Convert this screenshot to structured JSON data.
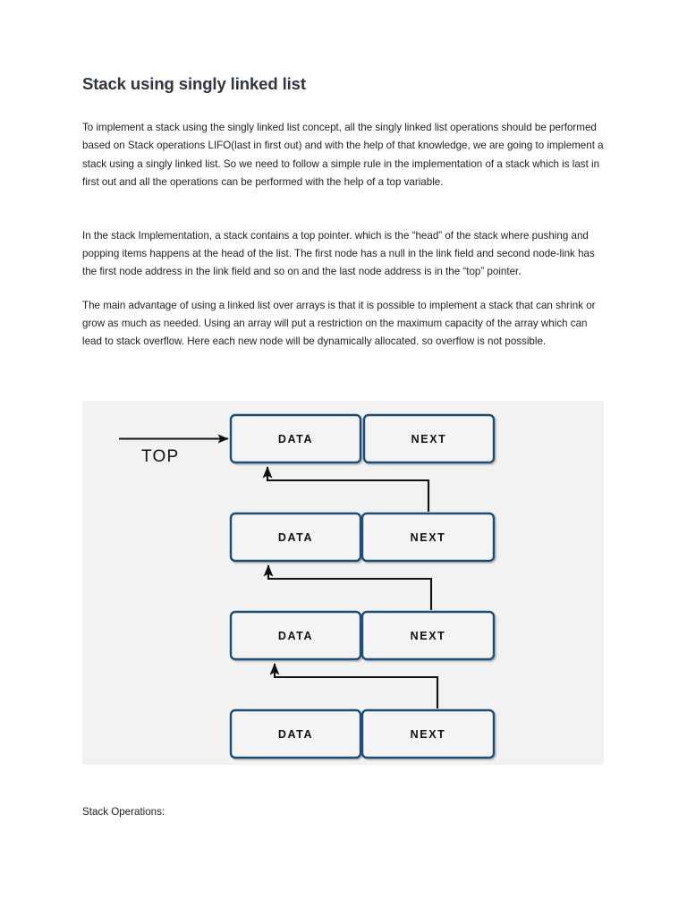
{
  "document": {
    "title": "Stack using singly linked list",
    "paragraphs": [
      "To implement a stack using the singly linked list concept, all the singly linked list operations should be performed based on Stack operations LIFO(last in first out) and with the help of that knowledge, we are going to implement a stack using a singly linked list. So we need to follow a simple rule in the implementation of a stack which is last in first out and all the operations can be performed with the help of a top variable.",
      "In the stack Implementation, a stack contains a top pointer. which is the “head” of the stack where pushing and popping items happens at the head of the list. The first node has a null in the link field and second node-link has the first node address in the link field and so on and the last node address is in the “top” pointer.",
      "The main advantage of using a linked list over arrays is that it is possible to implement a stack that can shrink or grow as much as needed. Using an array will put a restriction on the maximum capacity of the array which can lead to stack overflow. Here each new node will be dynamically allocated. so overflow is not possible."
    ],
    "footer_note": "Stack Operations:"
  },
  "diagram": {
    "background_color": "#f2f2f2",
    "box_border_color": "#1f4e79",
    "box_fill_color": "#f4f4f4",
    "connector_color": "#111111",
    "top_pointer_label": "TOP",
    "nodes": [
      {
        "data_label": "DATA",
        "next_label": "NEXT"
      },
      {
        "data_label": "DATA",
        "next_label": "NEXT"
      },
      {
        "data_label": "DATA",
        "next_label": "NEXT"
      },
      {
        "data_label": "DATA",
        "next_label": "NEXT"
      }
    ]
  }
}
